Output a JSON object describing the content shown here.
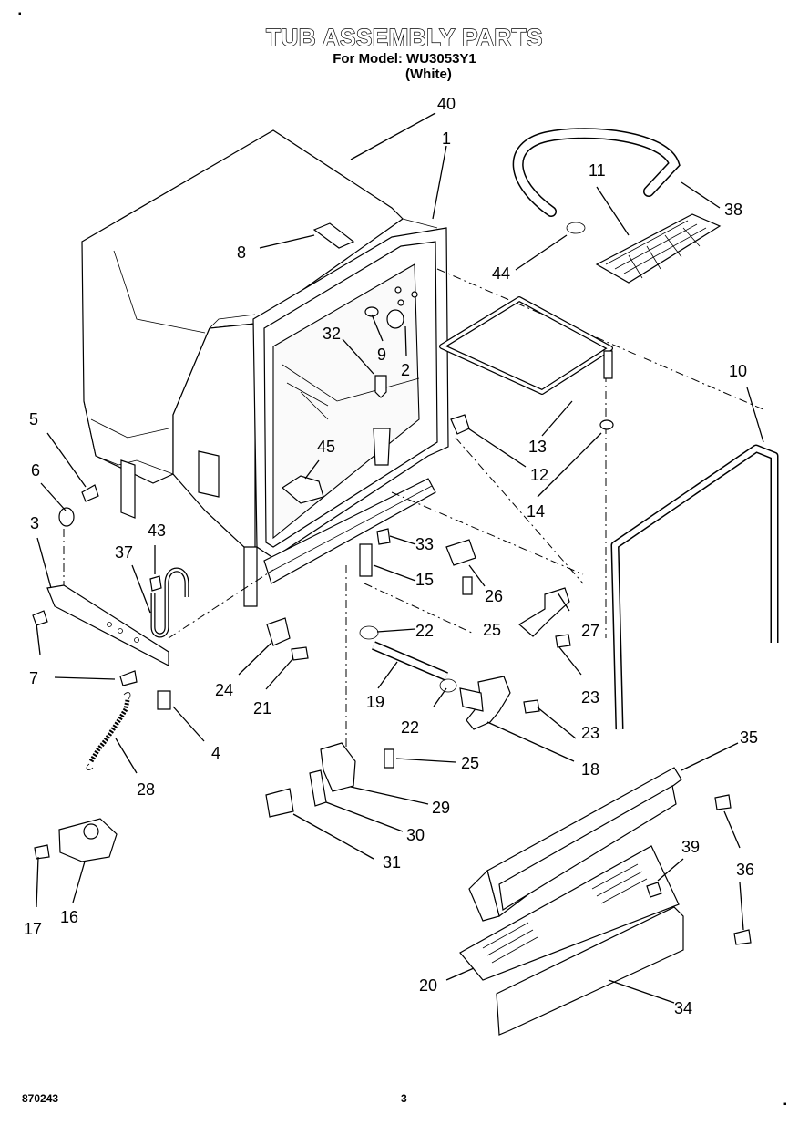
{
  "header": {
    "title": "TUB ASSEMBLY PARTS",
    "model_line": "For Model: WU3053Y1",
    "color_line": "(White)"
  },
  "footer": {
    "doc_number": "870243",
    "page_number": "3"
  },
  "callouts": [
    "40",
    "1",
    "11",
    "38",
    "8",
    "44",
    "32",
    "9",
    "2",
    "10",
    "13",
    "5",
    "45",
    "12",
    "6",
    "14",
    "3",
    "43",
    "33",
    "37",
    "15",
    "26",
    "22",
    "25",
    "27",
    "7",
    "24",
    "21",
    "19",
    "23",
    "22",
    "23",
    "4",
    "18",
    "28",
    "25",
    "35",
    "29",
    "30",
    "31",
    "39",
    "36",
    "17",
    "16",
    "20",
    "34"
  ]
}
